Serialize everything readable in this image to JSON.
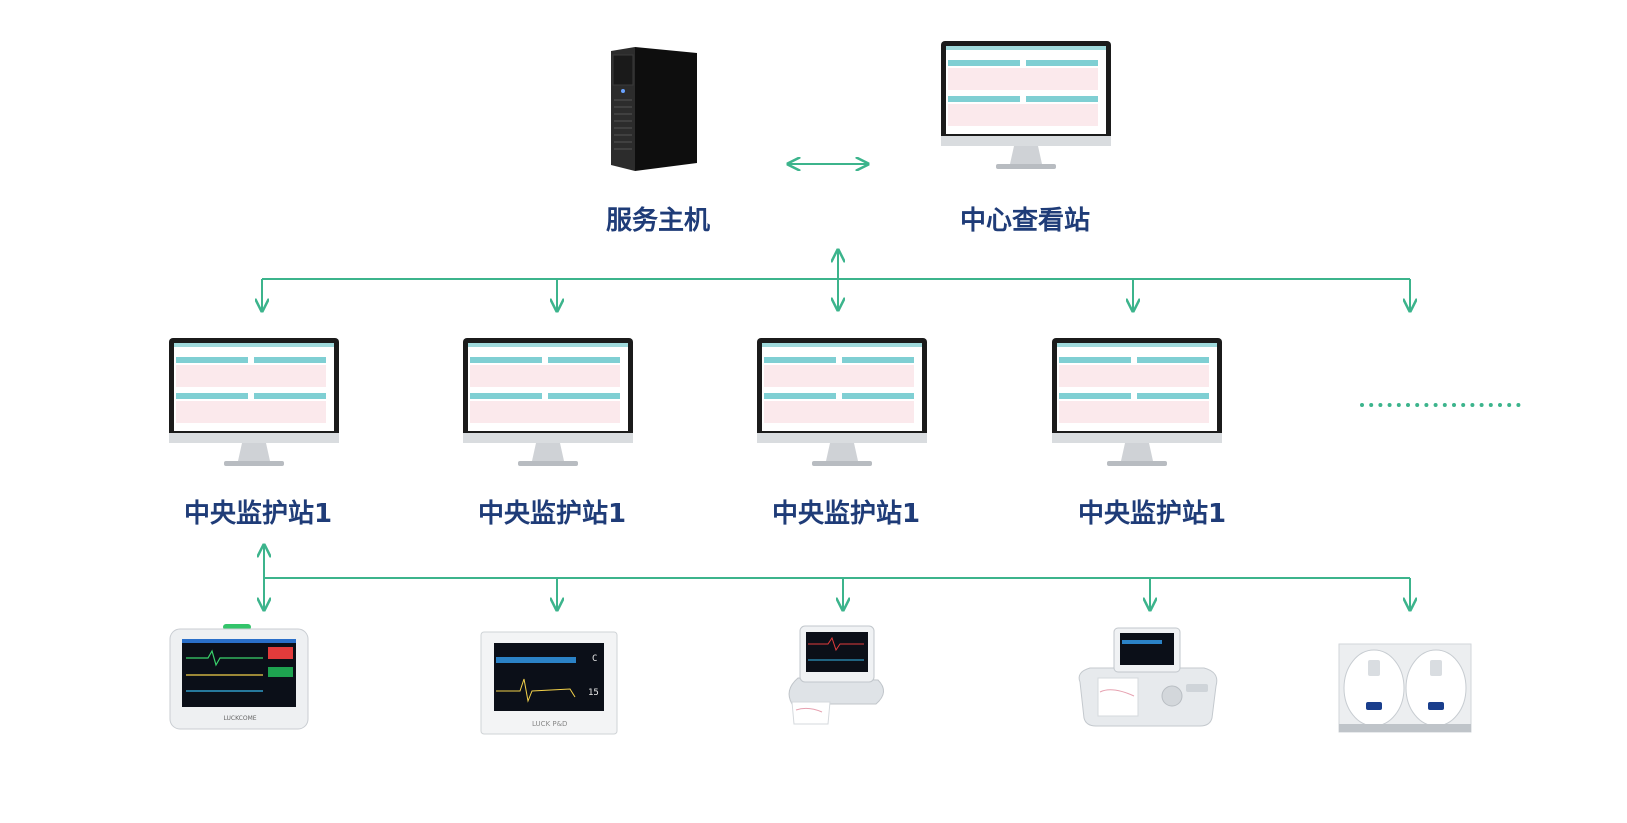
{
  "colors": {
    "connector": "#3cb48c",
    "label_text": "#1f3c78",
    "screen_teal": "#7fcfd3",
    "screen_pink": "#fbe9ec",
    "bezel": "#1b1b1b",
    "stand": "#cfd2d6"
  },
  "top_tier": {
    "server": {
      "label": "服务主机",
      "icon": "tower-server-icon"
    },
    "viewer": {
      "label": "中心查看站",
      "icon": "monitor-icon"
    }
  },
  "central_stations": {
    "items": [
      {
        "label": "中央监护站1",
        "icon": "monitor-icon"
      },
      {
        "label": "中央监护站1",
        "icon": "monitor-icon"
      },
      {
        "label": "中央监护站1",
        "icon": "monitor-icon"
      },
      {
        "label": "中央监护站1",
        "icon": "monitor-icon"
      }
    ],
    "more_indicator": "dotted-ellipsis"
  },
  "bedside_devices": {
    "items": [
      {
        "icon": "patient-monitor-icon",
        "brand_text": "LUCKCOME"
      },
      {
        "icon": "fetal-monitor-screen-icon",
        "brand_text": "LUCK P&D"
      },
      {
        "icon": "fetal-monitor-printer-icon"
      },
      {
        "icon": "fetal-monitor-console-icon"
      },
      {
        "icon": "wireless-probe-dock-icon"
      }
    ]
  }
}
